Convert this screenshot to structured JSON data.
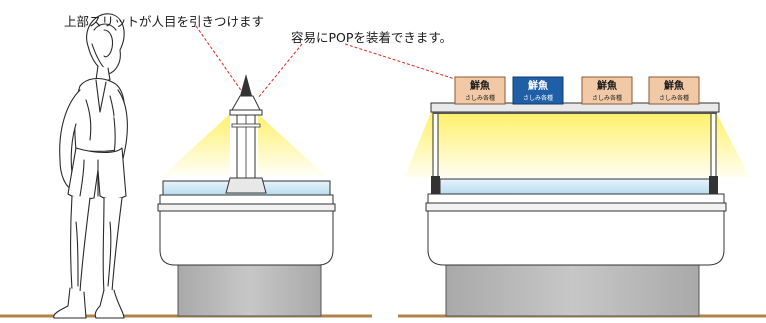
{
  "annotations": {
    "slit_caption": "上部スリットが人目を引きつけます",
    "pop_caption": "容易にPOPを装着できます。"
  },
  "pop_cards": [
    {
      "title": "鮮魚",
      "subtitle": "さしみ各種",
      "style": "beige"
    },
    {
      "title": "鮮魚",
      "subtitle": "さしみ各種",
      "style": "blue"
    },
    {
      "title": "鮮魚",
      "subtitle": "さしみ各種",
      "style": "beige"
    },
    {
      "title": "鮮魚",
      "subtitle": "さしみ各種",
      "style": "beige"
    }
  ],
  "colors": {
    "light_yellow": "#fff27a",
    "glass_blue": "#cfe7f3",
    "pop_beige": "#f1c9a6",
    "pop_blue": "#1f5fa8",
    "base_gray": "#bdbdbd",
    "floor_brown": "#b28246",
    "leader_red": "#e0281e"
  }
}
